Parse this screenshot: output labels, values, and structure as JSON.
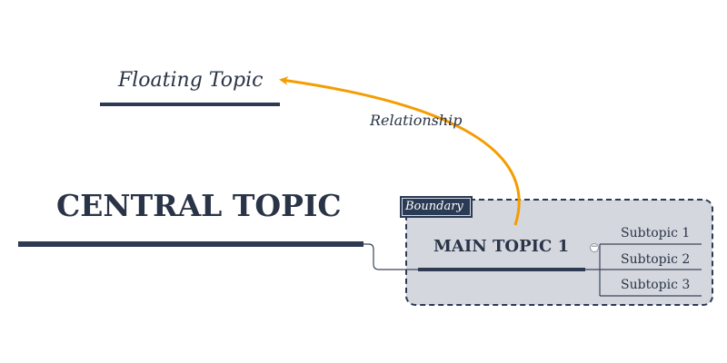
{
  "floating_topic": {
    "label": "Floating Topic"
  },
  "central_topic": {
    "label": "CENTRAL TOPIC"
  },
  "main_topic": {
    "label": "MAIN TOPIC 1",
    "subtopics": [
      "Subtopic 1",
      "Subtopic 2",
      "Subtopic 3"
    ]
  },
  "boundary": {
    "label": "Boundary"
  },
  "relationship": {
    "label": "Relationship"
  },
  "collapse_toggle": {
    "symbol": "−"
  },
  "colors": {
    "topic_line": "#2d3a52",
    "relationship": "#f59c00",
    "boundary_fill": "#d4d7de",
    "boundary_border": "#2b3a55",
    "text": "#2a3447"
  }
}
